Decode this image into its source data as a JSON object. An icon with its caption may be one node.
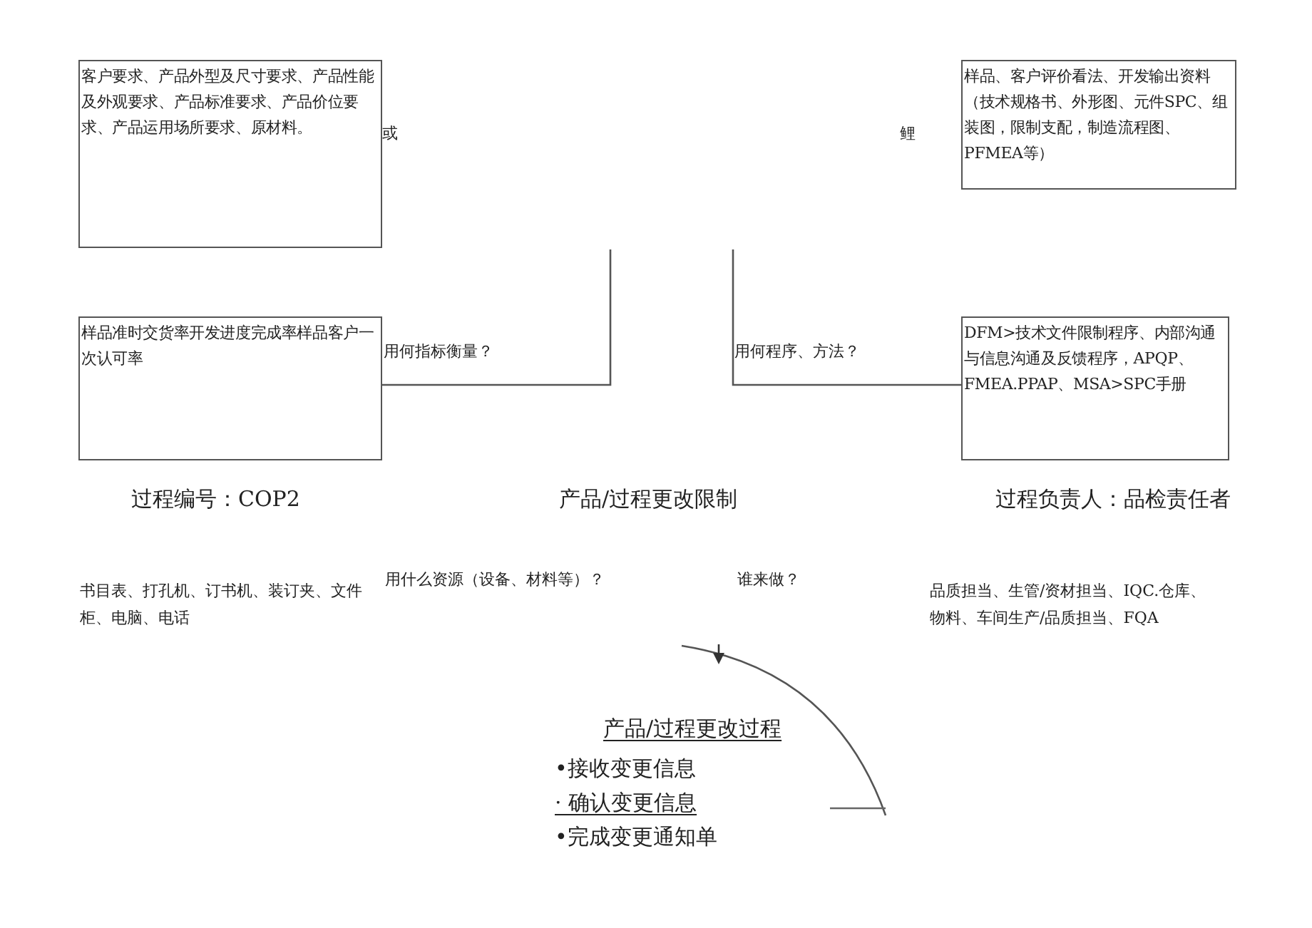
{
  "diagram": {
    "nodes": [
      {
        "text": [
          "客户要求、产品外型及尺寸要求、产品性能及外观要求、产品标准要求、产品价位要求、产品运用场所要求、原材料。"
        ]
      },
      {
        "text": [
          "样品、客户评价看法、开发输出资料（技术规格书、外形图、元件SPC、组装图，限制支配，制造流程图、PFMEA等）"
        ]
      },
      {
        "text": [
          "样品准时交货率开发进度完成率样品客户一次认可率"
        ]
      },
      {
        "text": [
          "DFM>技术文件限制程序、内部沟通与信息沟通及反馈程序，APQP、FMEA.PPAP、MSA>SPC手册"
        ]
      }
    ],
    "edges": [
      {
        "from": 2,
        "to": null,
        "arrow": "none"
      },
      {
        "from": 3,
        "to": null,
        "arrow": "none"
      }
    ],
    "labels": [
      "或",
      "鲤",
      "用何指标衡量？",
      "用何程序、方法？",
      "过程编号：COP2",
      "产品/过程更改限制",
      "过程负责人：品检责任者",
      "书目表、打孔机、订书机、装订夹、文件柜、电脑、电话",
      "用什么资源（设备、材料等）？",
      "谁来做？",
      "品质担当、生管/资材担当、IQC.仓库、物料、车间生产/品质担当、FQA",
      "产品/过程更改过程",
      "•接收变更信息",
      "· 确认变更信息",
      "•完成变更通知单"
    ]
  }
}
